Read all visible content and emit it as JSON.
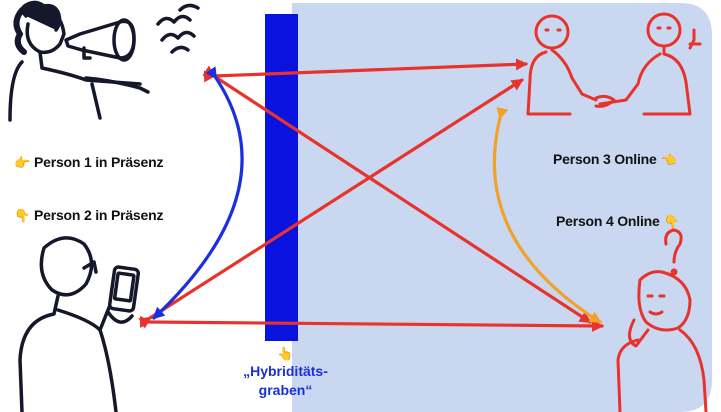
{
  "labels": {
    "person1": "Person 1 in Präsenz",
    "person2": "Person 2 in Präsenz",
    "person3": "Person 3 Online",
    "person4": "Person 4 Online",
    "graben_line1": "„Hybriditäts-",
    "graben_line2": "graben“"
  },
  "icons": {
    "person1_pointer": "pointing-right-hand-icon",
    "person2_pointer": "pointing-down-hand-icon",
    "person3_pointer": "pointing-left-hand-icon",
    "person4_pointer": "pointing-down-hand-icon",
    "graben_pointer": "pointing-up-hand-icon"
  },
  "colors": {
    "online_area": "#c9d7f0",
    "barrier": "#0a12e0",
    "arrows_red": "#e8332c",
    "arrow_blue": "#1b2ee0",
    "arrow_orange": "#f0a22a",
    "figure_dark": "#14182a",
    "figure_red": "#e8332c",
    "hand_yellow": "#f3b61f"
  }
}
